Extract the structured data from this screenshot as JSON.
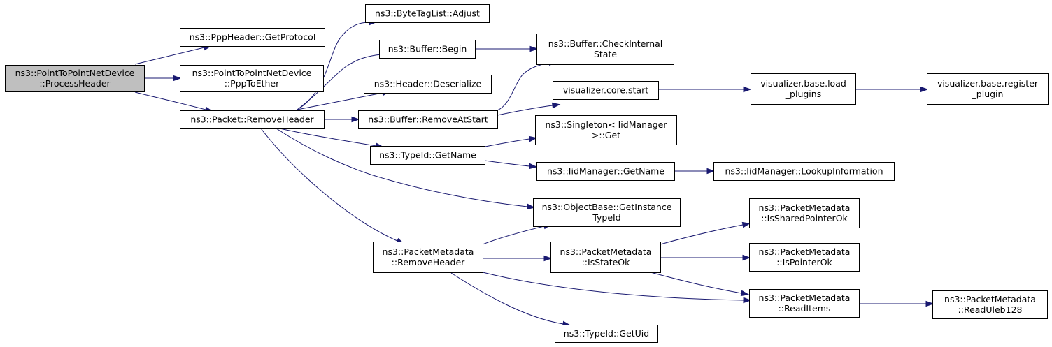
{
  "nodes": [
    {
      "id": "n0",
      "lines": [
        "ns3::PointToPointNetDevice",
        "::ProcessHeader"
      ],
      "root": true
    },
    {
      "id": "n1",
      "lines": [
        "ns3::PppHeader::GetProtocol"
      ]
    },
    {
      "id": "n2",
      "lines": [
        "ns3::PointToPointNetDevice",
        "::PppToEther"
      ]
    },
    {
      "id": "n3",
      "lines": [
        "ns3::Packet::RemoveHeader"
      ]
    },
    {
      "id": "n4",
      "lines": [
        "ns3::ByteTagList::Adjust"
      ]
    },
    {
      "id": "n5",
      "lines": [
        "ns3::Buffer::Begin"
      ]
    },
    {
      "id": "n6",
      "lines": [
        "ns3::Header::Deserialize"
      ]
    },
    {
      "id": "n7",
      "lines": [
        "ns3::Buffer::RemoveAtStart"
      ]
    },
    {
      "id": "n8",
      "lines": [
        "ns3::TypeId::GetName"
      ]
    },
    {
      "id": "n9",
      "lines": [
        "ns3::PacketMetadata",
        "::RemoveHeader"
      ]
    },
    {
      "id": "n10",
      "lines": [
        "ns3::Buffer::CheckInternal",
        "State"
      ]
    },
    {
      "id": "n11",
      "lines": [
        "visualizer.core.start"
      ]
    },
    {
      "id": "n12",
      "lines": [
        "ns3::Singleton< IidManager",
        ">::Get"
      ]
    },
    {
      "id": "n13",
      "lines": [
        "ns3::IidManager::GetName"
      ]
    },
    {
      "id": "n14",
      "lines": [
        "ns3::ObjectBase::GetInstance",
        "TypeId"
      ]
    },
    {
      "id": "n15",
      "lines": [
        "ns3::PacketMetadata",
        "::IsStateOk"
      ]
    },
    {
      "id": "n16",
      "lines": [
        "ns3::TypeId::GetUid"
      ]
    },
    {
      "id": "n17",
      "lines": [
        "visualizer.base.load",
        "_plugins"
      ]
    },
    {
      "id": "n18",
      "lines": [
        "visualizer.base.register",
        "_plugin"
      ]
    },
    {
      "id": "n19",
      "lines": [
        "ns3::IidManager::LookupInformation"
      ]
    },
    {
      "id": "n20",
      "lines": [
        "ns3::PacketMetadata",
        "::IsSharedPointerOk"
      ]
    },
    {
      "id": "n21",
      "lines": [
        "ns3::PacketMetadata",
        "::IsPointerOk"
      ]
    },
    {
      "id": "n22",
      "lines": [
        "ns3::PacketMetadata",
        "::ReadItems"
      ]
    },
    {
      "id": "n23",
      "lines": [
        "ns3::PacketMetadata",
        "::ReadUleb128"
      ]
    }
  ],
  "edges": [
    [
      "n0",
      "n1"
    ],
    [
      "n0",
      "n2"
    ],
    [
      "n0",
      "n3"
    ],
    [
      "n3",
      "n4"
    ],
    [
      "n3",
      "n5"
    ],
    [
      "n3",
      "n6"
    ],
    [
      "n3",
      "n7"
    ],
    [
      "n3",
      "n8"
    ],
    [
      "n3",
      "n14"
    ],
    [
      "n3",
      "n9"
    ],
    [
      "n5",
      "n10"
    ],
    [
      "n7",
      "n10"
    ],
    [
      "n7",
      "n11"
    ],
    [
      "n11",
      "n17"
    ],
    [
      "n17",
      "n18"
    ],
    [
      "n8",
      "n12"
    ],
    [
      "n8",
      "n13"
    ],
    [
      "n13",
      "n19"
    ],
    [
      "n9",
      "n14"
    ],
    [
      "n9",
      "n15"
    ],
    [
      "n9",
      "n22"
    ],
    [
      "n9",
      "n16"
    ],
    [
      "n15",
      "n20"
    ],
    [
      "n15",
      "n21"
    ],
    [
      "n15",
      "n22"
    ],
    [
      "n22",
      "n23"
    ]
  ],
  "colors": {
    "edge": "#191970",
    "root_fill": "#bfbfbf",
    "node_fill": "#ffffff",
    "node_border": "#000000"
  }
}
